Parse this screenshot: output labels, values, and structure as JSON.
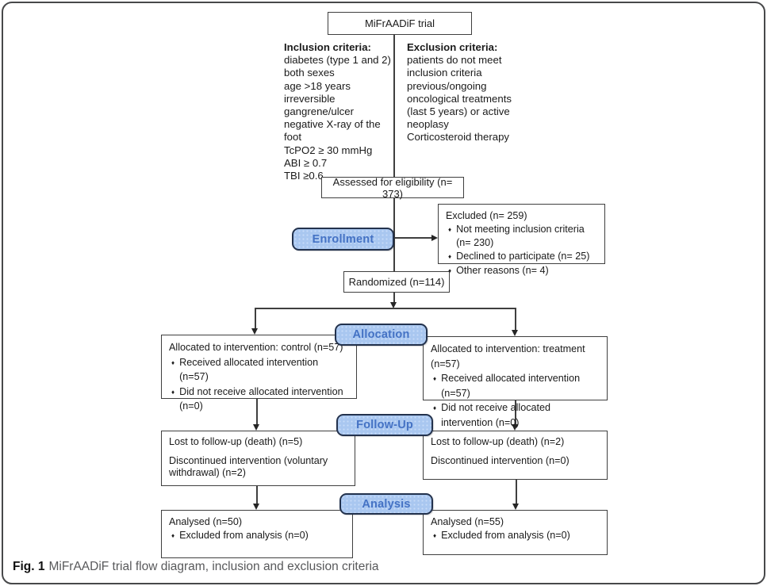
{
  "figure": {
    "caption_label": "Fig. 1",
    "caption_text": "MiFrAADiF trial flow diagram, inclusion and exclusion criteria"
  },
  "icons": {
    "bullet": "♦"
  },
  "title_box": "MiFrAADiF trial",
  "criteria": {
    "inclusion": {
      "heading": "Inclusion criteria:",
      "lines": [
        "diabetes (type 1 and 2)",
        "both sexes",
        "age >18 years",
        "irreversible",
        "gangrene/ulcer",
        "negative X-ray of the foot",
        "TcPO2 ≥ 30 mmHg",
        "ABI ≥ 0.7",
        "TBI ≥0.6"
      ]
    },
    "exclusion": {
      "heading": "Exclusion criteria:",
      "lines": [
        "patients do not meet",
        "inclusion criteria",
        "previous/ongoing",
        "oncological treatments",
        "(last 5 years) or active",
        "neoplasy",
        "Corticosteroid therapy"
      ]
    }
  },
  "stages": {
    "enrollment": "Enrollment",
    "allocation": "Allocation",
    "followup": "Follow-Up",
    "analysis": "Analysis"
  },
  "boxes": {
    "assessed": "Assessed for eligibility (n= 373)",
    "randomized": "Randomized (n=114)",
    "excluded": {
      "title": "Excluded (n= 259)",
      "bullets": [
        "Not meeting inclusion criteria (n= 230)",
        "Declined to participate (n= 25)",
        "Other reasons (n= 4)"
      ]
    },
    "alloc_control": {
      "title": "Allocated to intervention: control (n=57)",
      "bullets": [
        "Received allocated intervention (n=57)",
        "Did not receive allocated intervention (n=0)"
      ]
    },
    "alloc_treatment": {
      "title": "Allocated to intervention: treatment (n=57)",
      "bullets": [
        "Received allocated intervention (n=57)",
        "Did not receive allocated intervention (n=0)"
      ]
    },
    "followup_control": {
      "line1": "Lost to follow-up (death) (n=5)",
      "line2": "Discontinued intervention (voluntary withdrawal) (n=2)"
    },
    "followup_treatment": {
      "line1": "Lost to follow-up (death) (n=2)",
      "line2": "Discontinued intervention (n=0)"
    },
    "analysis_control": {
      "title": "Analysed (n=50)",
      "bullets": [
        "Excluded from analysis (n=0)"
      ]
    },
    "analysis_treatment": {
      "title": "Analysed (n=55)",
      "bullets": [
        "Excluded from analysis (n=0)"
      ]
    }
  },
  "colors": {
    "badge_fill": "#A9C7F0",
    "badge_text": "#4472C4",
    "line": "#3F3F3F"
  }
}
